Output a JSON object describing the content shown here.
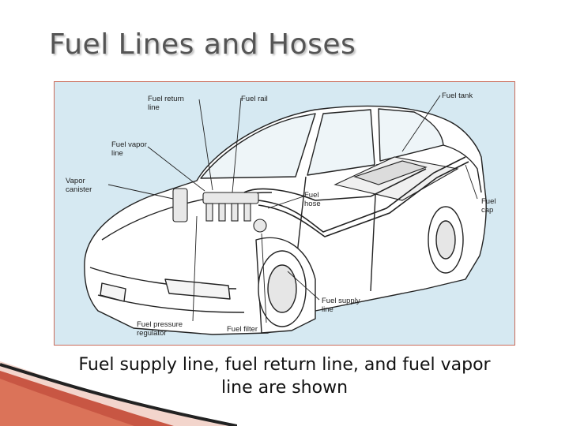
{
  "slide": {
    "title": "Fuel Lines and Hoses",
    "caption": "Fuel supply line, fuel return line, and fuel vapor line are shown"
  },
  "figure": {
    "labels": {
      "fuel_return_line": "Fuel return\nline",
      "fuel_rail": "Fuel rail",
      "fuel_tank": "Fuel tank",
      "fuel_vapor_line": "Fuel vapor\nline",
      "vapor_canister": "Vapor\ncanister",
      "fuel_hose": "Fuel\nhose",
      "fuel_cap": "Fuel\ncap",
      "fuel_supply_line": "Fuel supply\nline",
      "fuel_pressure_regulator": "Fuel pressure\nregulator",
      "fuel_filter": "Fuel filter"
    }
  },
  "colors": {
    "figure_background": "#d6e9f2",
    "figure_border": "#c96b5a",
    "title_text": "#555555",
    "decoration_red": "#c0402a"
  }
}
